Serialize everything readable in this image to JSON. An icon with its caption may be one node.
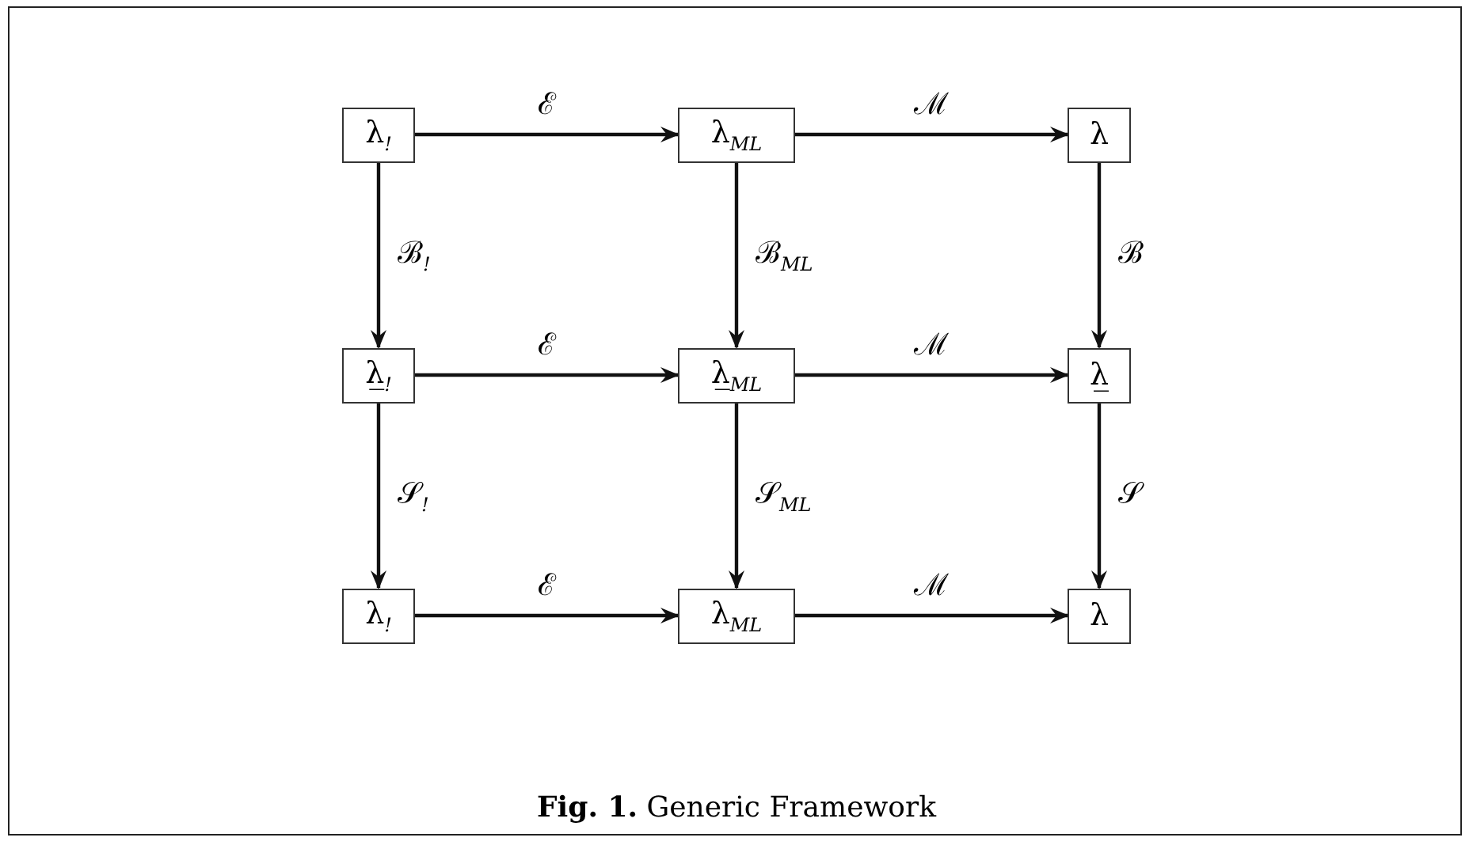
{
  "diagram": {
    "caption": "**Fig. 1.** Generic Framework",
    "nodes": [
      {
        "text": [
          "λ$_{!}$"
        ]
      },
      {
        "text": [
          "λ$_{ML}$"
        ]
      },
      {
        "text": [
          "λ"
        ]
      },
      {
        "text": [
          "λ̲$_{!}$"
        ]
      },
      {
        "text": [
          "λ̲$_{ML}$"
        ]
      },
      {
        "text": [
          "λ̲"
        ]
      },
      {
        "text": [
          "λ$_{!}$"
        ]
      },
      {
        "text": [
          "λ$_{ML}$"
        ]
      },
      {
        "text": [
          "λ"
        ]
      }
    ],
    "edges": [
      {
        "from": 0,
        "to": 1,
        "arrow": "to",
        "label": "ℰ"
      },
      {
        "from": 1,
        "to": 2,
        "arrow": "to",
        "label": "ℳ"
      },
      {
        "from": 0,
        "to": 3,
        "arrow": "to",
        "label": "ℬ$_{!}$"
      },
      {
        "from": 1,
        "to": 4,
        "arrow": "to",
        "label": "ℬ$_{ML}$"
      },
      {
        "from": 2,
        "to": 5,
        "arrow": "to",
        "label": "ℬ"
      },
      {
        "from": 3,
        "to": 4,
        "arrow": "to",
        "label": "ℰ"
      },
      {
        "from": 4,
        "to": 5,
        "arrow": "to",
        "label": "ℳ"
      },
      {
        "from": 3,
        "to": 6,
        "arrow": "to",
        "label": "𝒮$_{!}$"
      },
      {
        "from": 4,
        "to": 7,
        "arrow": "to",
        "label": "𝒮$_{ML}$"
      },
      {
        "from": 5,
        "to": 8,
        "arrow": "to",
        "label": "𝒮"
      },
      {
        "from": 6,
        "to": 7,
        "arrow": "to",
        "label": "ℰ"
      },
      {
        "from": 7,
        "to": 8,
        "arrow": "to",
        "label": "ℳ"
      }
    ]
  }
}
